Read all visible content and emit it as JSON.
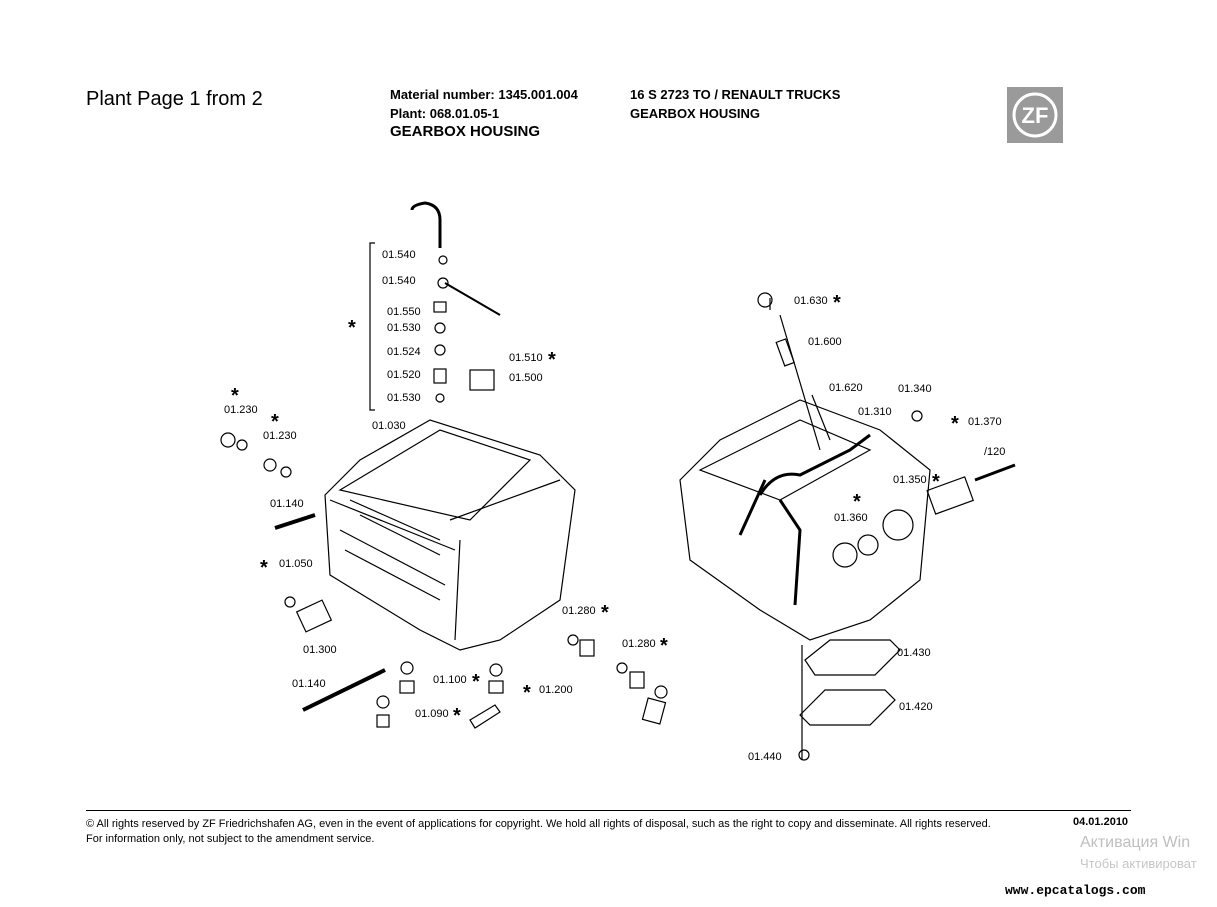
{
  "header": {
    "title": "Plant Page 1 from 2",
    "material_number": "Material number: 1345.001.004",
    "plant": "Plant: 068.01.05-1",
    "part_name": "GEARBOX HOUSING",
    "model": "16 S 2723 TO / RENAULT TRUCKS",
    "group_name": "GEARBOX HOUSING",
    "logo_text": "ZF"
  },
  "diagram": {
    "marker": "*",
    "labels": [
      "01.540",
      "01.540",
      "01.550",
      "01.530",
      "01.524",
      "01.520",
      "01.530",
      "01.510",
      "01.500",
      "01.230",
      "01.230",
      "01.030",
      "01.140",
      "01.050",
      "01.300",
      "01.140",
      "01.100",
      "01.090",
      "01.200",
      "01.280",
      "01.280",
      "01.630",
      "01.600",
      "01.620",
      "01.340",
      "01.310",
      "01.370",
      "/120",
      "01.350",
      "01.360",
      "01.430",
      "01.420",
      "01.440"
    ]
  },
  "footer": {
    "copyright": "© All rights reserved by ZF Friedrichshafen AG, even in the event of applications for copyright. We hold all rights of disposal, such as the right to copy and disseminate. All rights reserved.",
    "notice": "For information only, not subject to the amendment service.",
    "date": "04.01.2010",
    "watermark_line1": "Активация Win",
    "watermark_line2": "Чтобы активироват",
    "url": "www.epcatalogs.com"
  }
}
